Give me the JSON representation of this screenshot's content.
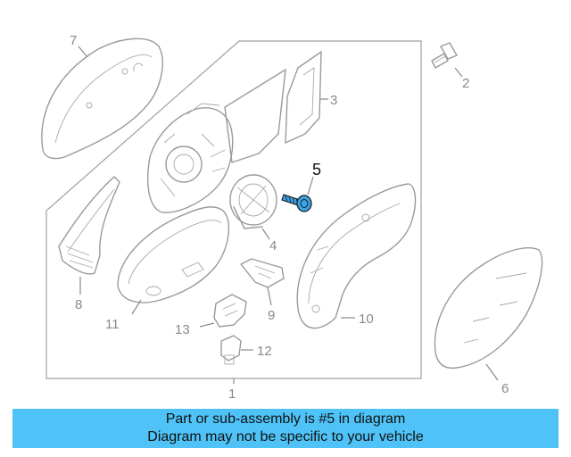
{
  "colors": {
    "banner_bg": "#4fc3f7",
    "highlight_part": "#3aa3e6",
    "line_gray": "#9a9a9a"
  },
  "callouts": {
    "p1": "1",
    "p2": "2",
    "p3": "3",
    "p4": "4",
    "p5": "5",
    "p6": "6",
    "p7": "7",
    "p8": "8",
    "p9": "9",
    "p10": "10",
    "p11": "11",
    "p12": "12",
    "p13": "13"
  },
  "banner": {
    "line1": "Part or sub-assembly is #5 in diagram",
    "line2": "Diagram may not be specific to your vehicle"
  }
}
